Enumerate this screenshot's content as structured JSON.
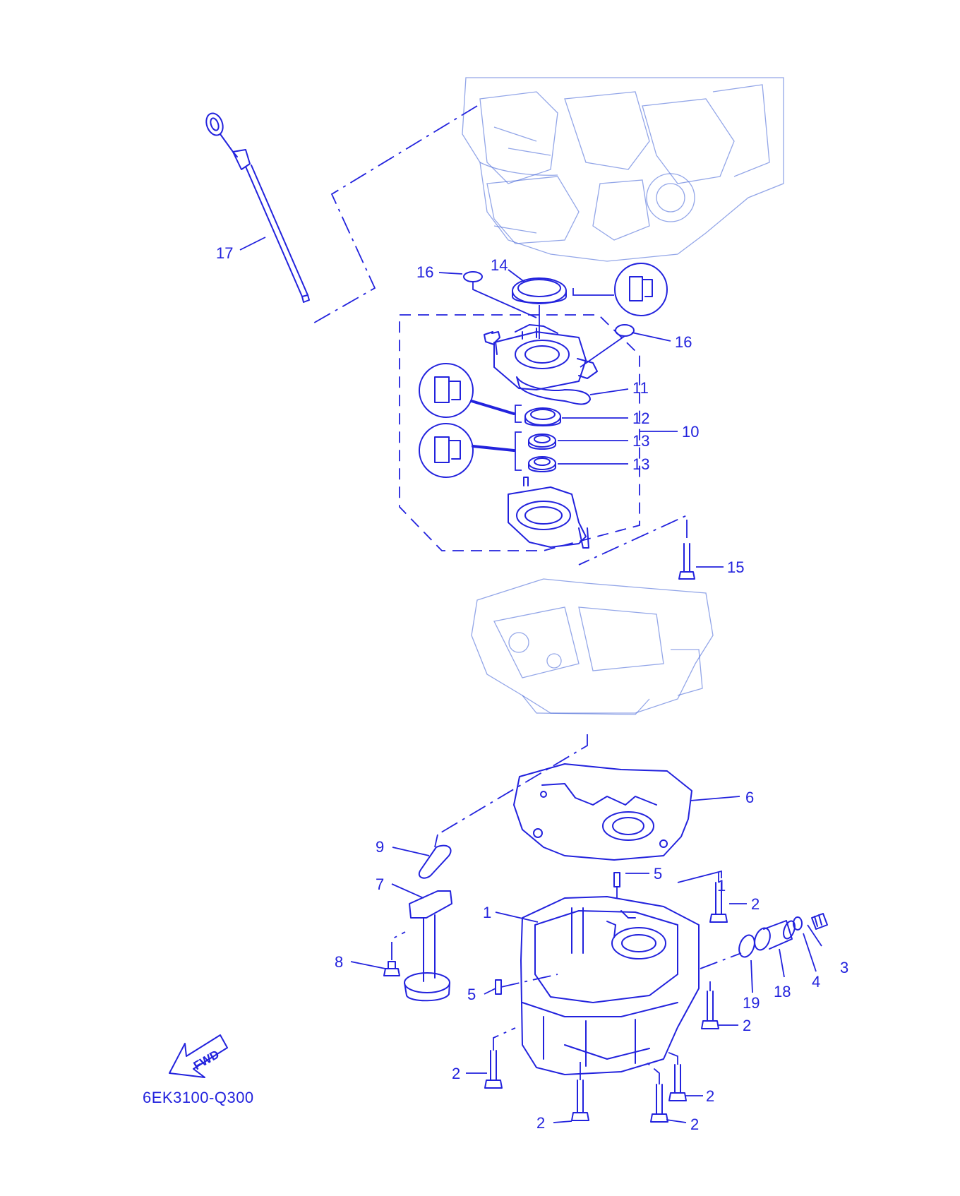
{
  "diagram": {
    "drawing_code": "6EK3100-Q300",
    "fwd_label": "FWD",
    "colors": {
      "line": "#2222dd",
      "background": "#ffffff"
    },
    "callouts": [
      {
        "id": "c17",
        "label": "17",
        "part": "oil-dipstick"
      },
      {
        "id": "c16a",
        "label": "16",
        "part": "o-ring"
      },
      {
        "id": "c14",
        "label": "14",
        "part": "oil-seal"
      },
      {
        "id": "c16b",
        "label": "16",
        "part": "o-ring"
      },
      {
        "id": "c11",
        "label": "11",
        "part": "gasket"
      },
      {
        "id": "c12",
        "label": "12",
        "part": "oil-seal"
      },
      {
        "id": "c13a",
        "label": "13",
        "part": "oil-seal"
      },
      {
        "id": "c13b",
        "label": "13",
        "part": "oil-seal"
      },
      {
        "id": "c10",
        "label": "10",
        "part": "housing-assembly"
      },
      {
        "id": "c15",
        "label": "15",
        "part": "bolt"
      },
      {
        "id": "c6",
        "label": "6",
        "part": "gasket"
      },
      {
        "id": "c9",
        "label": "9",
        "part": "o-ring"
      },
      {
        "id": "c5a",
        "label": "5",
        "part": "dowel-pin"
      },
      {
        "id": "c7",
        "label": "7",
        "part": "oil-strainer"
      },
      {
        "id": "c1a",
        "label": "1",
        "part": "oil-pan"
      },
      {
        "id": "c1b",
        "label": "1",
        "part": "oil-pan"
      },
      {
        "id": "c2a",
        "label": "2",
        "part": "bolt"
      },
      {
        "id": "c3",
        "label": "3",
        "part": "drain-plug"
      },
      {
        "id": "c8",
        "label": "8",
        "part": "bolt"
      },
      {
        "id": "c5b",
        "label": "5",
        "part": "dowel-pin"
      },
      {
        "id": "c19",
        "label": "19",
        "part": "circlip"
      },
      {
        "id": "c18",
        "label": "18",
        "part": "filter-housing"
      },
      {
        "id": "c4",
        "label": "4",
        "part": "gasket"
      },
      {
        "id": "c2b",
        "label": "2",
        "part": "bolt"
      },
      {
        "id": "c2c",
        "label": "2",
        "part": "bolt"
      },
      {
        "id": "c2d",
        "label": "2",
        "part": "bolt"
      },
      {
        "id": "c2e",
        "label": "2",
        "part": "bolt"
      },
      {
        "id": "c2f",
        "label": "2",
        "part": "bolt"
      }
    ]
  }
}
